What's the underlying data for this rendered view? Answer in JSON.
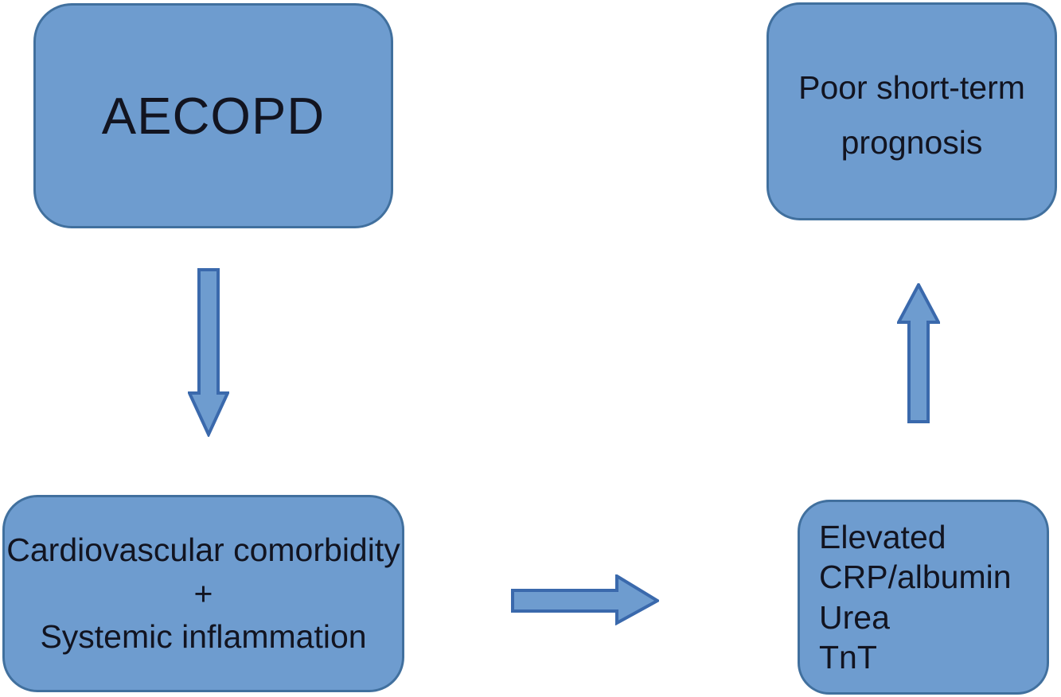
{
  "diagram": {
    "background": "#ffffff",
    "colors": {
      "node_fill": "#6e9ccf",
      "node_border": "#41709e",
      "arrow_fill": "#6e9ccf",
      "arrow_border": "#3a69ac",
      "text": "#121420"
    },
    "nodes": [
      {
        "id": "aecopd",
        "lines": [
          "AECOPD"
        ]
      },
      {
        "id": "poor-prognosis",
        "lines": [
          "Poor short-term",
          "prognosis"
        ]
      },
      {
        "id": "cardio-inflammation",
        "lines": [
          "Cardiovascular comorbidity",
          "+",
          "Systemic inflammation"
        ]
      },
      {
        "id": "elevated-biomarkers",
        "lines": [
          "Elevated",
          "CRP/albumin",
          "Urea",
          "TnT"
        ]
      }
    ],
    "arrows": [
      {
        "id": "aecopd-to-cardio",
        "direction": "down",
        "from": "aecopd",
        "to": "cardio-inflammation"
      },
      {
        "id": "cardio-to-elevated",
        "direction": "right",
        "from": "cardio-inflammation",
        "to": "elevated-biomarkers"
      },
      {
        "id": "elevated-to-prognosis",
        "direction": "up",
        "from": "elevated-biomarkers",
        "to": "poor-prognosis"
      }
    ]
  }
}
